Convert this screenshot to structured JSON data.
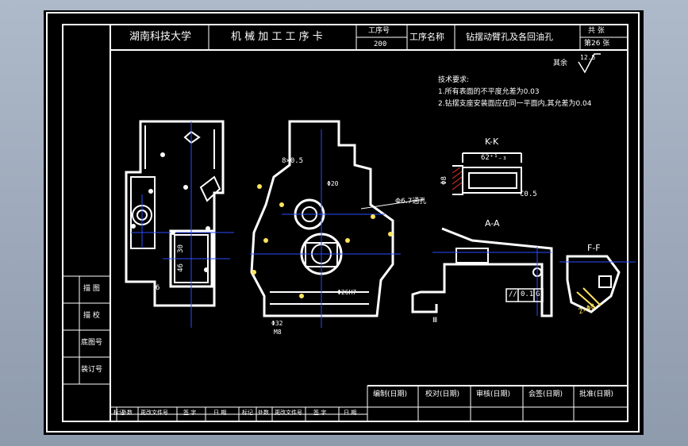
{
  "title_block": {
    "school": "湖南科技大学",
    "card_title": "机 械 加 工 工 序 卡",
    "process_no_label": "工序号",
    "process_no": "200",
    "process_name_label": "工序名称",
    "process_name": "钻摆动臂孔及各回油孔",
    "total_sheets": "共 张",
    "sheet_no": "第26 张"
  },
  "roughness": {
    "label": "其余",
    "value": "12.5"
  },
  "requirements": {
    "heading": "技术要求:",
    "items": [
      "1.所有表面的不平度允差为0.03",
      "2.钻摆支座安装面应在同一平面内,其允差为0.04"
    ]
  },
  "views": {
    "kk_label": "K-K",
    "kk_dim": "62⁺¹₋₃",
    "kk_dim_left": "Φ8",
    "kk_chamfer": "C0.5",
    "aa_label": "A-A",
    "ff_label": "F-F",
    "ff_note": "2×Φ8",
    "tolerance_symbol": "//",
    "tolerance_value": "0.1",
    "tolerance_datum": "G",
    "hole_note": "Φ6.7通孔",
    "dim_46": "46",
    "dim_30": "30",
    "dim_6": "6",
    "dim_85": "8×0.5",
    "dim_phi20": "Φ20",
    "dim_phi26": "Φ26H7",
    "dim_phi32": "Φ32",
    "dim_m8": "M8",
    "dim_section": "Ⅲ"
  },
  "left_labels": [
    "描 图",
    "描 校",
    "底图号",
    "装订号"
  ],
  "bottom": {
    "roles": [
      "编制(日期)",
      "校对(日期)",
      "审核(日期)",
      "会签(日期)",
      "批准(日期)"
    ],
    "rev_cols": [
      "标记",
      "处数",
      "更改文件号",
      "签 字",
      "日 期",
      "标记",
      "处数",
      "更改文件号",
      "签 字",
      "日 期"
    ]
  }
}
